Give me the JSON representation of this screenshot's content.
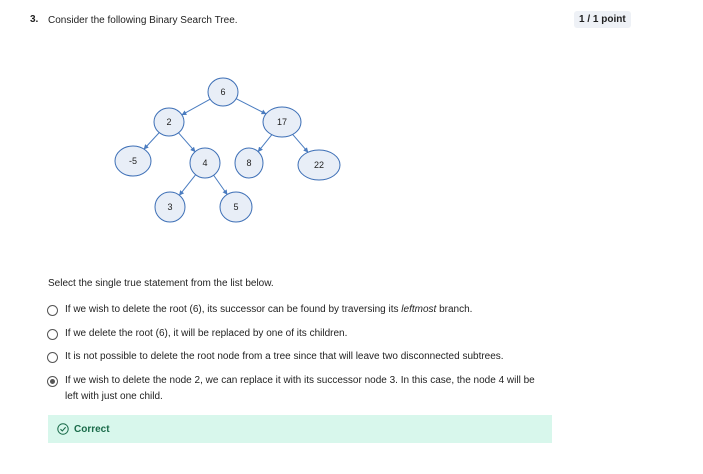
{
  "question": {
    "number": "3.",
    "text": "Consider the following Binary Search Tree.",
    "points": "1 / 1 point"
  },
  "tree": {
    "nodes": [
      {
        "id": "n6",
        "label": "6"
      },
      {
        "id": "n2",
        "label": "2"
      },
      {
        "id": "n17",
        "label": "17"
      },
      {
        "id": "nm5",
        "label": "-5"
      },
      {
        "id": "n4",
        "label": "4"
      },
      {
        "id": "n8",
        "label": "8"
      },
      {
        "id": "n22",
        "label": "22"
      },
      {
        "id": "n3",
        "label": "3"
      },
      {
        "id": "n5",
        "label": "5"
      }
    ],
    "edges": [
      [
        "n6",
        "n2"
      ],
      [
        "n6",
        "n17"
      ],
      [
        "n2",
        "nm5"
      ],
      [
        "n2",
        "n4"
      ],
      [
        "n17",
        "n8"
      ],
      [
        "n17",
        "n22"
      ],
      [
        "n4",
        "n3"
      ],
      [
        "n4",
        "n5"
      ]
    ]
  },
  "instruction": "Select the single true statement from the list below.",
  "options": [
    {
      "pre": "If we wish to delete the root (6), its successor can be found by traversing its ",
      "em": "leftmost",
      "post": " branch.",
      "selected": false
    },
    {
      "text": "If we delete the root (6), it will be replaced by one of its children.",
      "selected": false
    },
    {
      "text": "It is not possible to delete the root node from a tree since that will leave two disconnected subtrees.",
      "selected": false
    },
    {
      "line1": "If we wish to delete the node 2, we can replace it with its successor node 3. In this case, the node 4 will be",
      "line2": "left with just one child.",
      "selected": true
    }
  ],
  "feedback": {
    "label": "Correct",
    "color": "#d8f7ec"
  }
}
